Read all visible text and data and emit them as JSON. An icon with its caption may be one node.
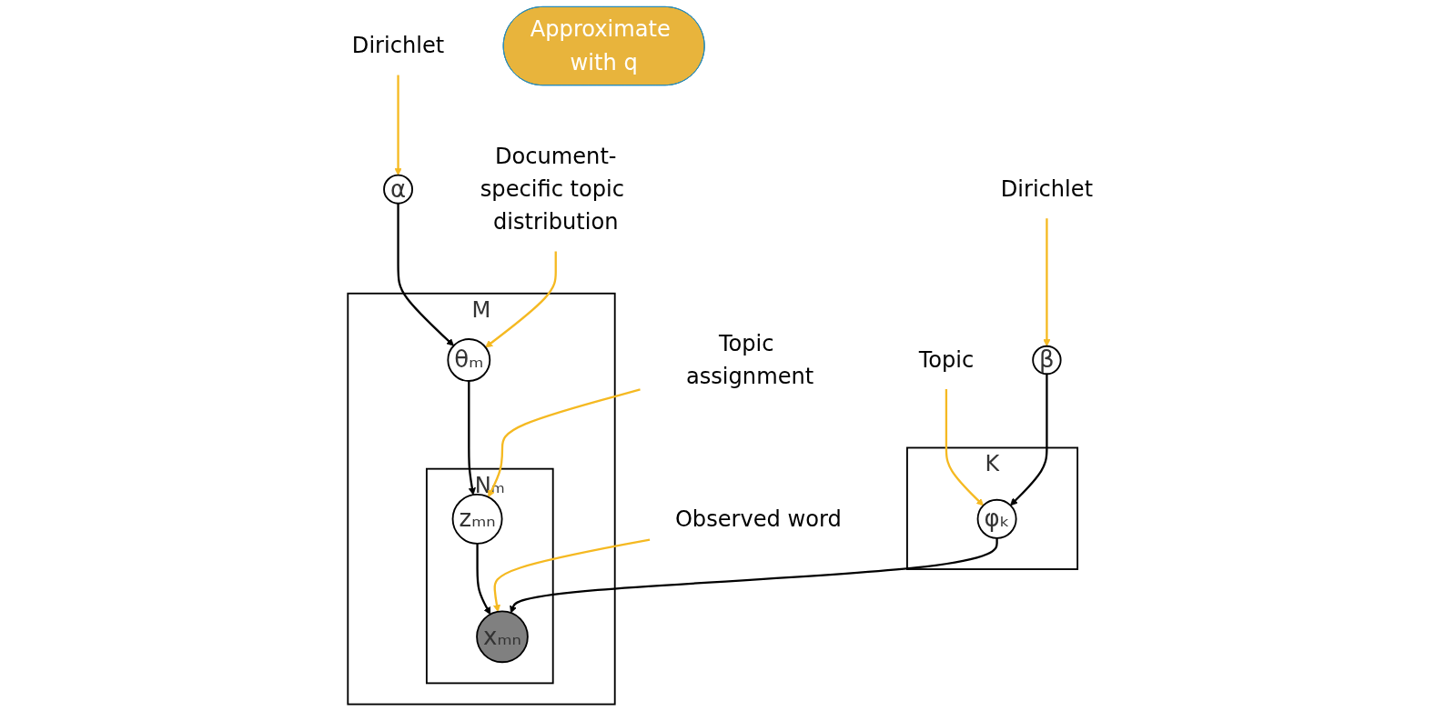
{
  "diagram": {
    "nodes": [
      {
        "text": [
          "Dirichlet"
        ]
      },
      {
        "text": [
          "α"
        ]
      },
      {
        "text": [
          "M"
        ]
      },
      {
        "text": [
          "Document-specific topic distribution"
        ]
      },
      {
        "text": [
          "θₘ"
        ],
        "in": 2
      },
      {
        "text": [
          "Nₘ"
        ],
        "in": 2
      },
      {
        "text": [
          "zₘₙ"
        ],
        "in": 5
      },
      {
        "text": [
          "xₘₙ"
        ],
        "in": 5
      },
      {
        "text": [
          "Topic assignment"
        ]
      },
      {
        "text": [
          "Observed word"
        ]
      },
      {
        "text": [
          "Topic"
        ]
      },
      {
        "text": [
          "Dirichlet"
        ]
      },
      {
        "text": [
          "K"
        ]
      },
      {
        "text": [
          "φₖ"
        ],
        "in": 12
      },
      {
        "text": [
          "β"
        ]
      },
      {
        "text": [
          "Approximate with q"
        ]
      }
    ],
    "edges": [
      {
        "from": 0,
        "to": 1,
        "arrow": "to"
      },
      {
        "from": 1,
        "to": 4,
        "arrow": "to",
        "color": "#000000"
      },
      {
        "from": 3,
        "to": 4,
        "arrow": "to"
      },
      {
        "from": 4,
        "to": 6,
        "arrow": "to",
        "color": "#000000"
      },
      {
        "from": 8,
        "to": 6,
        "arrow": "to"
      },
      {
        "from": 6,
        "to": 7,
        "arrow": "to",
        "color": "#000000"
      },
      {
        "from": 9,
        "to": 7,
        "arrow": "to"
      },
      {
        "from": 10,
        "to": 13,
        "arrow": "to"
      },
      {
        "from": 11,
        "to": 14,
        "arrow": "to"
      },
      {
        "from": 13,
        "to": 7,
        "arrow": "to",
        "color": "#000000"
      },
      {
        "from": 14,
        "to": 13,
        "arrow": "to",
        "color": "#000000"
      }
    ]
  }
}
